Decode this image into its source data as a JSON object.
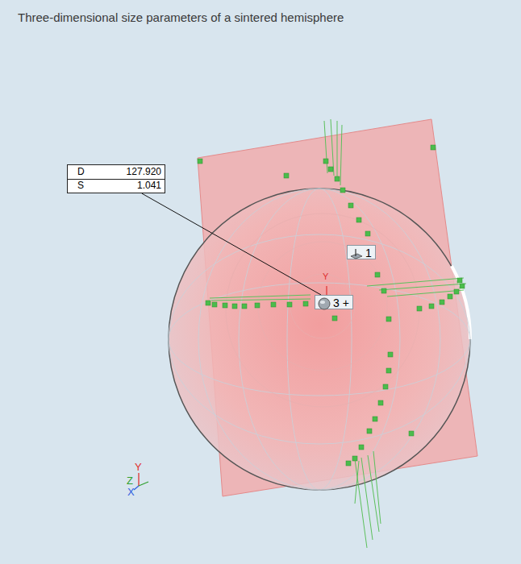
{
  "diagram": {
    "title": "Three-dimensional size parameters of a sintered hemisphere",
    "nodes": [
      {
        "text": [
          "D",
          "127.920",
          "S",
          "1.041"
        ]
      },
      {
        "text": [
          "1"
        ]
      },
      {
        "text": [
          "3 +"
        ]
      }
    ],
    "edges": [
      {
        "from": 0,
        "to": 2,
        "arrow": "none"
      }
    ],
    "labels": [
      "Y",
      "Y",
      "Z",
      "X"
    ]
  }
}
